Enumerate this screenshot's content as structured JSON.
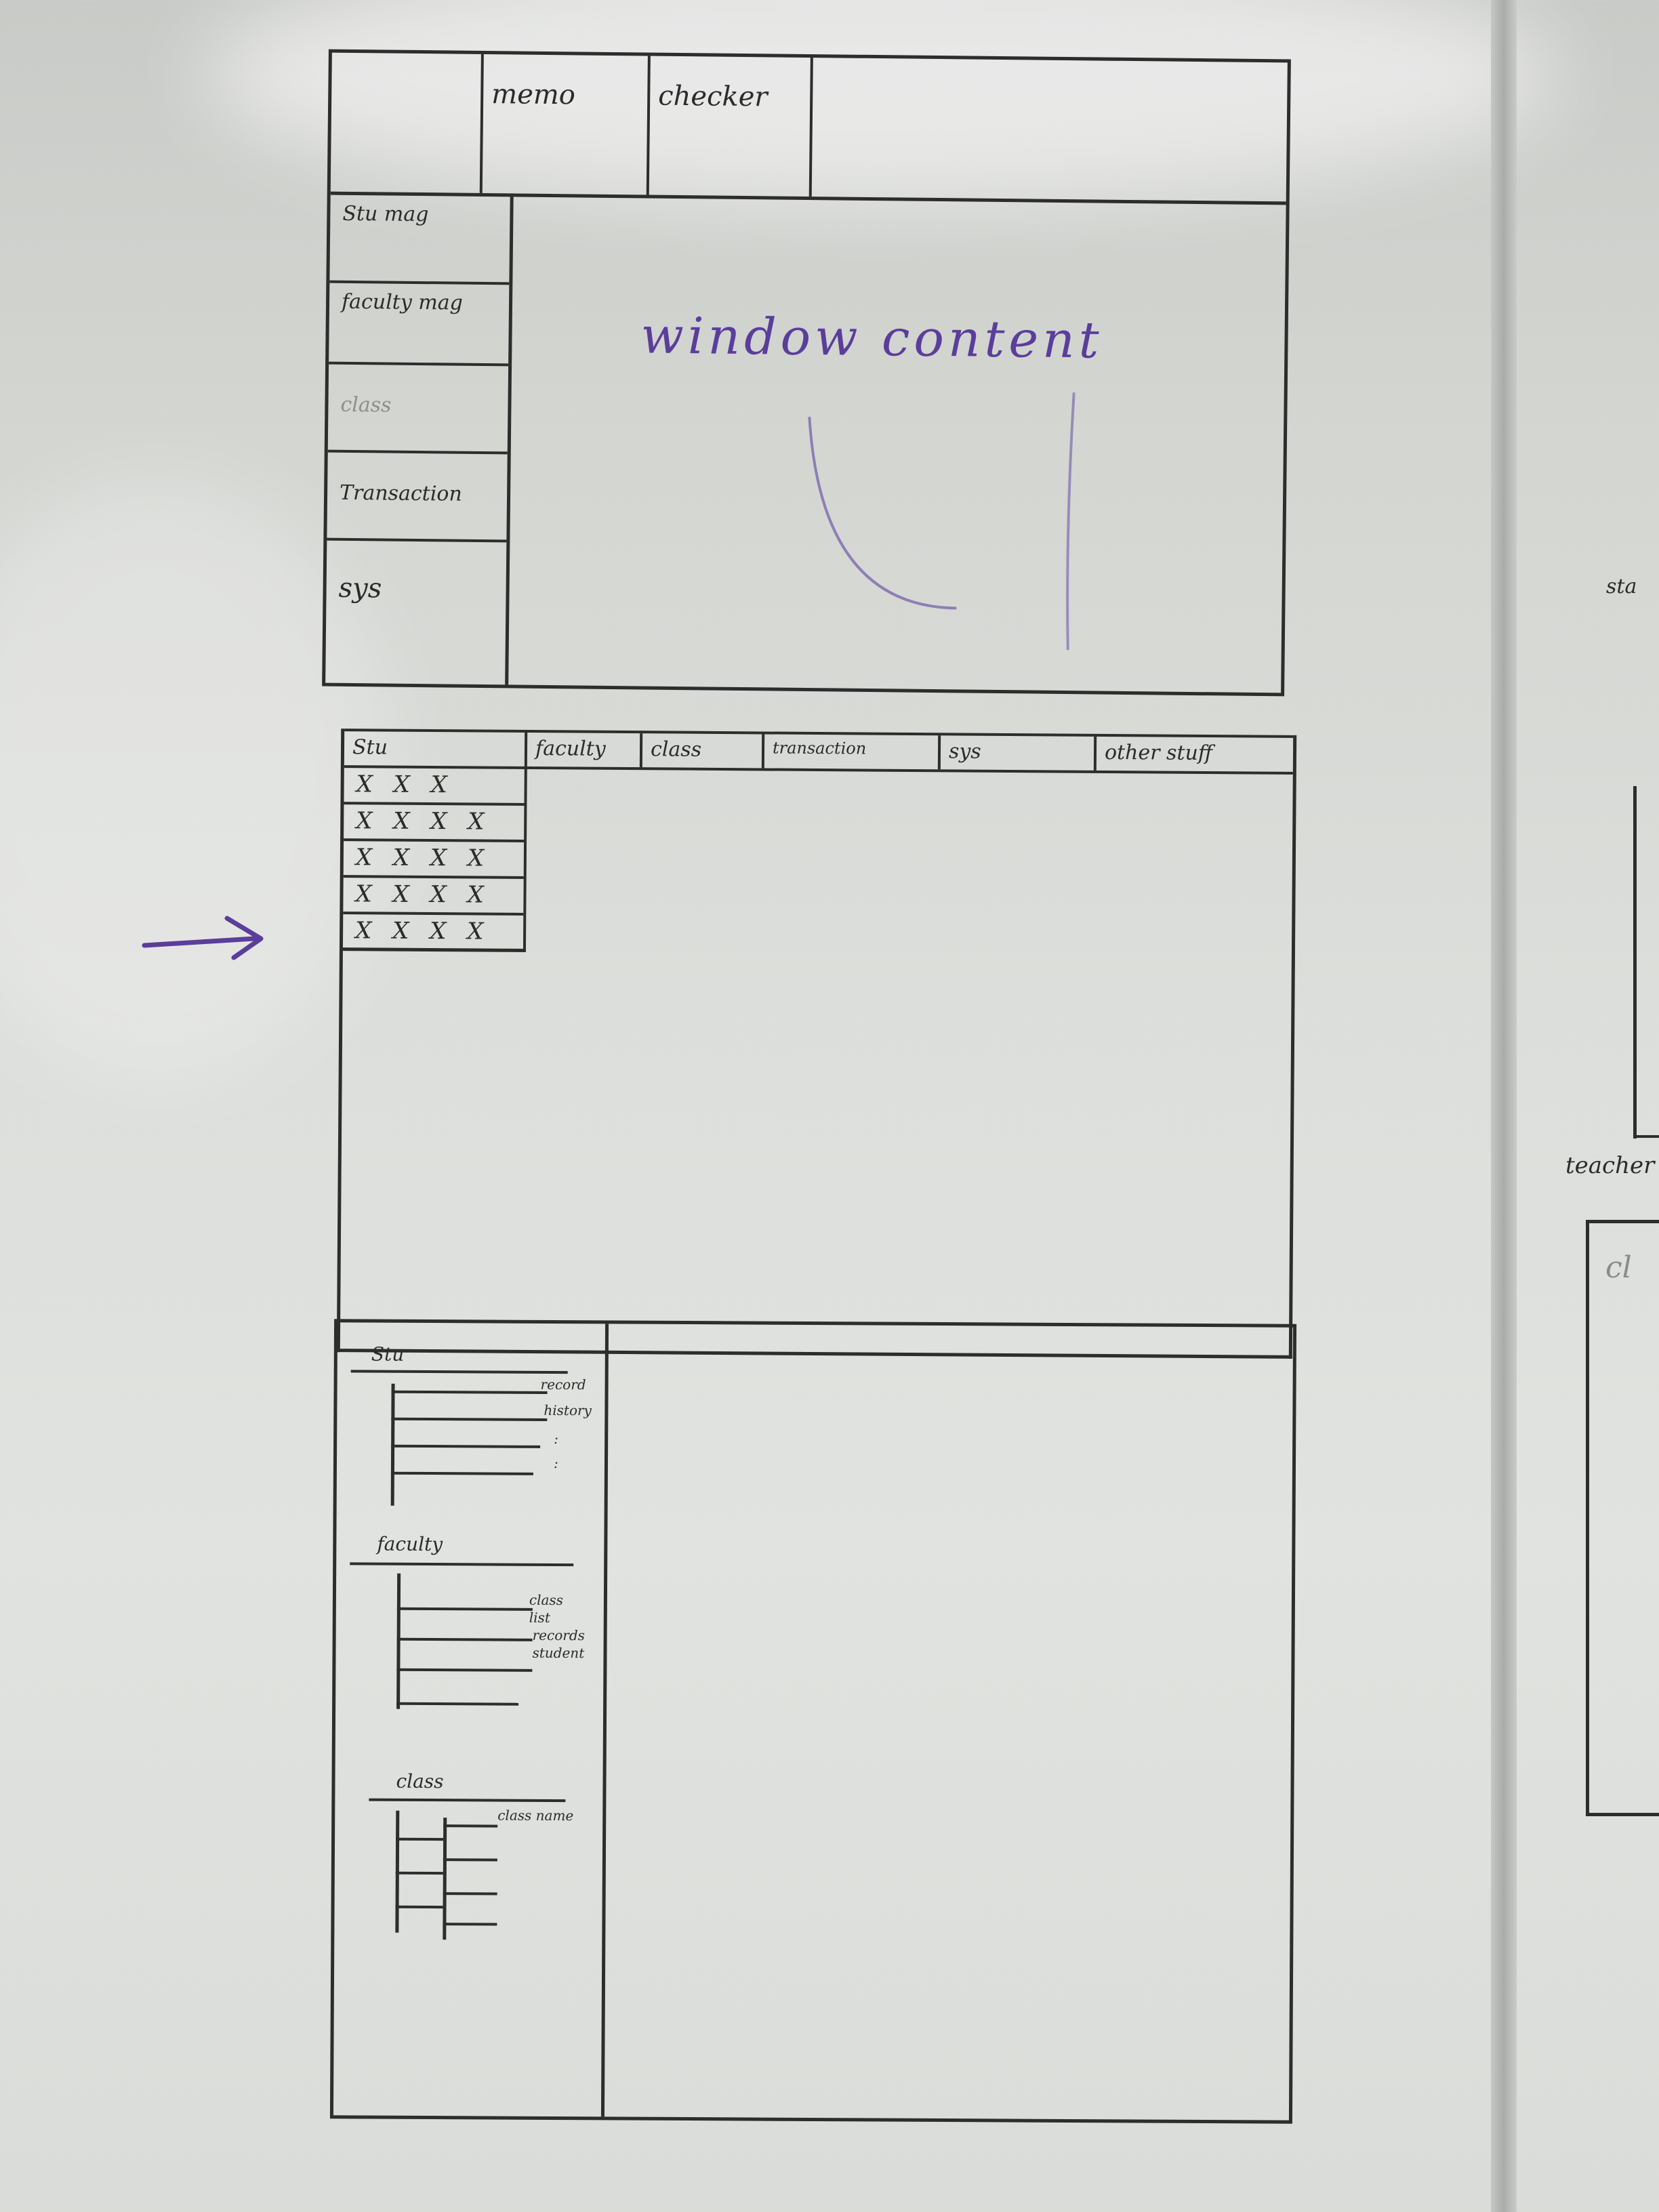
{
  "image_type": "whiteboard sketch photo",
  "ink_colors": {
    "pencil": "#2c2d2c",
    "marker": "#5a3e9a"
  },
  "sketch1": {
    "tabs": [
      "memo",
      "checker"
    ],
    "sidebar_items": [
      "Stu mag",
      "faculty mag",
      "class",
      "Transaction",
      "sys"
    ],
    "content_text": "window content"
  },
  "sketch2": {
    "tabs": [
      "Stu",
      "faculty",
      "class",
      "transaction",
      "sys",
      "other stuff"
    ],
    "rows": [
      "X X X",
      "X X X X",
      "X X X X",
      "X X X X",
      "X X X X"
    ]
  },
  "sketch3": {
    "groups": [
      {
        "label": "Stu",
        "leaves": [
          "record",
          "history",
          ":",
          ":"
        ]
      },
      {
        "label": "faculty",
        "leaves": [
          "class",
          "list",
          "records",
          "student"
        ]
      },
      {
        "label": "class",
        "leaves": [
          "class name"
        ]
      }
    ]
  },
  "right_panel": {
    "labels": [
      "sta",
      "teacher",
      "cl"
    ]
  }
}
